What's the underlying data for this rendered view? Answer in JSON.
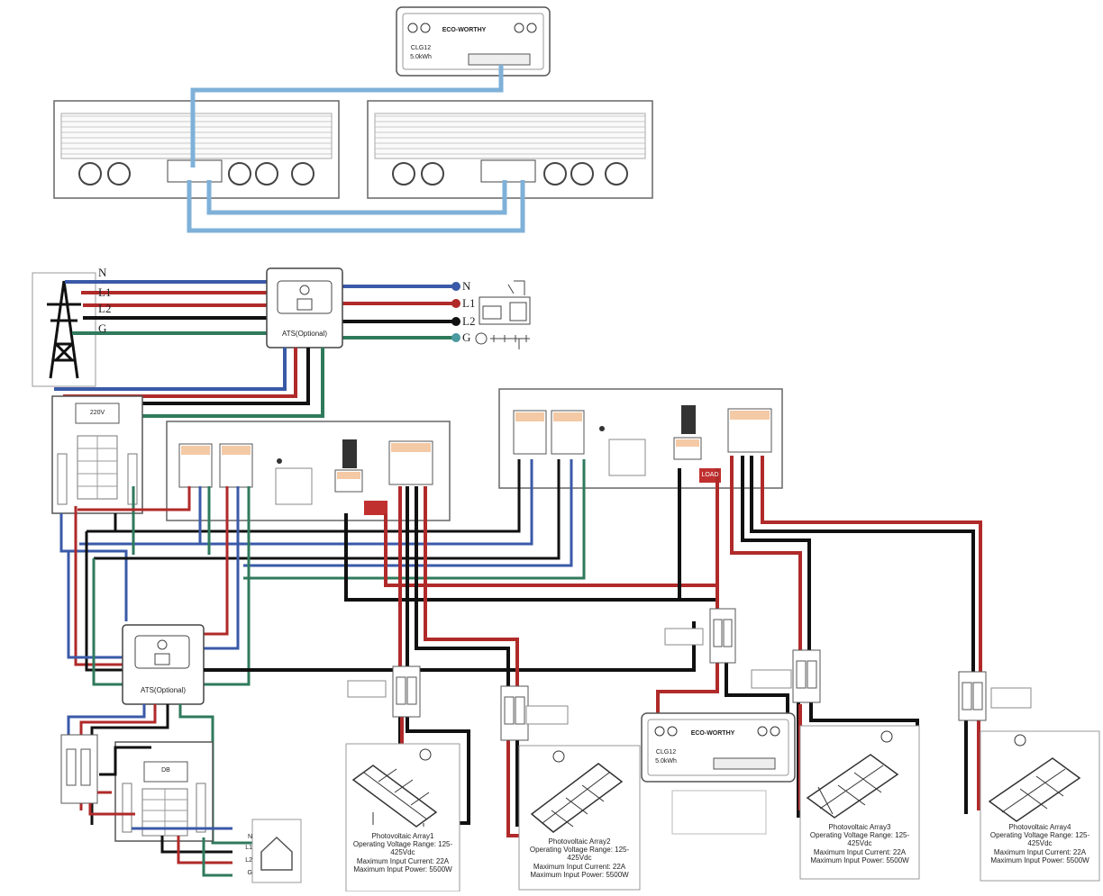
{
  "grid_source": {
    "line_labels": [
      "N",
      "L1",
      "L2",
      "G"
    ]
  },
  "load_output": {
    "line_labels": [
      "N",
      "L1",
      "L2",
      "G"
    ]
  },
  "ats": {
    "upper_label": "ATS(Optional)",
    "lower_label": "ATS(Optional)"
  },
  "battery": {
    "brand_label": "ECO-WORTHY",
    "left_label": "CLG12",
    "left_sub": "5.0kWh"
  },
  "house_load_labels": [
    "N",
    "L1",
    "L2",
    "G"
  ],
  "inverter_upper_badge": "LOAD",
  "breakers": {
    "inverter_upper_label": "220V",
    "inverter_lower_label": "DB"
  },
  "pv_arrays": [
    {
      "title": "Photovoltaic Array1",
      "lines": [
        "Operating Voltage Range: 125-425Vdc",
        "Maximum Input Current: 22A",
        "Maximum Input Power: 5500W"
      ]
    },
    {
      "title": "Photovoltaic Array2",
      "lines": [
        "Operating Voltage Range: 125-425Vdc",
        "Maximum Input Current: 22A",
        "Maximum Input Power: 5500W"
      ]
    },
    {
      "title": "Photovoltaic Array3",
      "lines": [
        "Operating Voltage Range: 125-425Vdc",
        "Maximum Input Current: 22A",
        "Maximum Input Power: 5500W"
      ]
    },
    {
      "title": "Photovoltaic Array4",
      "lines": [
        "Operating Voltage Range: 125-425Vdc",
        "Maximum Input Current: 22A",
        "Maximum Input Power: 5500W"
      ]
    }
  ],
  "colors": {
    "neutral": "#3a5aa8",
    "live": "#b02a2a",
    "ground": "#2f7a5c",
    "black": "#111111",
    "comm": "#7fb1d8"
  }
}
